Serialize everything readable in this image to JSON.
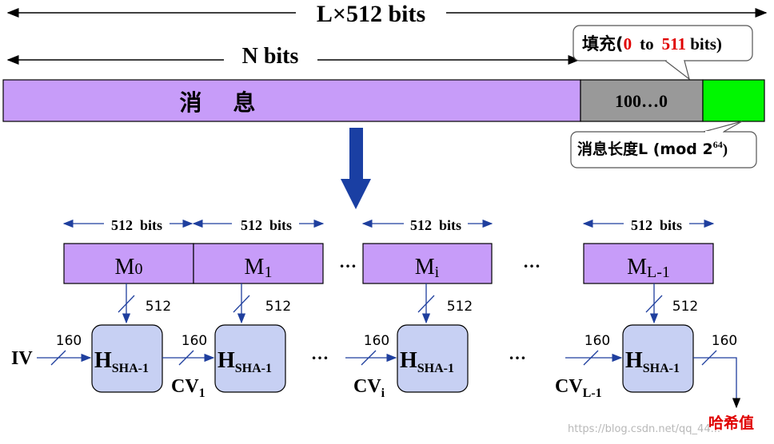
{
  "top": {
    "total_label": "L×512 bits",
    "n_label": "N bits"
  },
  "message_bar": {
    "message_label": "消    息",
    "padding_bits": "100…0"
  },
  "padding_callout": {
    "prefix": "填充(",
    "zero": "0",
    "to": "to",
    "max": "511",
    "suffix": " bits)"
  },
  "length_callout": {
    "text": "消息长度L (mod 2",
    "exponent": "64",
    "close": ")"
  },
  "blocks": {
    "bits_label": "512  bits",
    "ellipsis": "…",
    "items": [
      {
        "base": "M",
        "sub": "0"
      },
      {
        "base": "M",
        "sub": "1"
      },
      {
        "base": "M",
        "sub": "i"
      },
      {
        "base": "M",
        "sub": "L-1"
      }
    ],
    "width_label": "512"
  },
  "compression": {
    "iv": "IV",
    "h_base": "H",
    "h_sub": "SHA-1",
    "chain_width": "160",
    "cv_base": "CV",
    "cv_subs": [
      "1",
      "i",
      "L-1"
    ],
    "output": "哈希值"
  },
  "watermark": "https://blog.csdn.net/qq_44..."
}
